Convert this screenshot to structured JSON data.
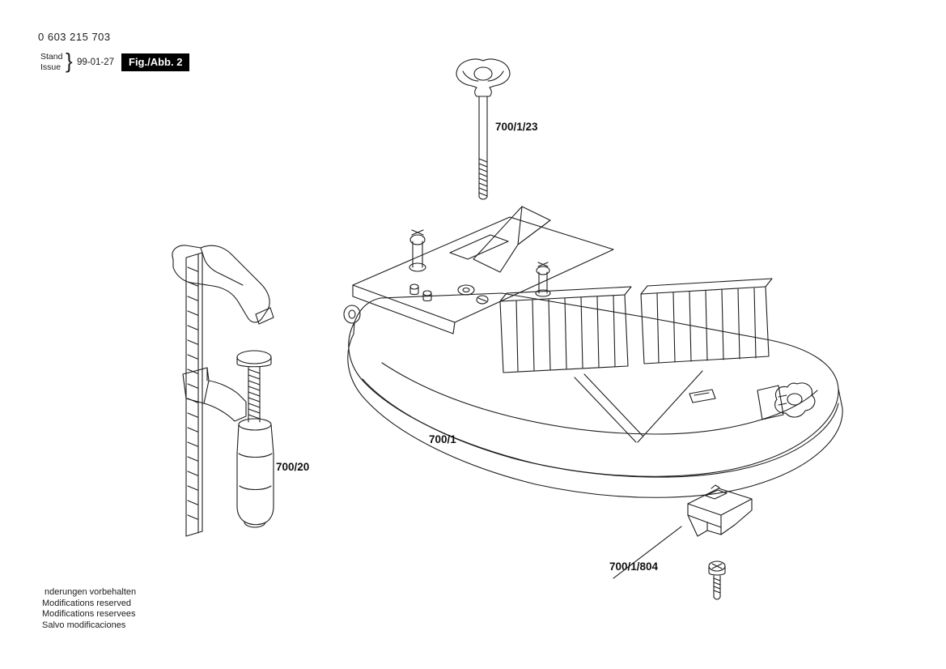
{
  "colors": {
    "background": "#ffffff",
    "ink": "#1c1c1c",
    "badge_bg": "#000000",
    "badge_text": "#ffffff"
  },
  "header": {
    "part_number": "0 603 215 703",
    "stand_label": "Stand",
    "issue_label": "Issue",
    "brace": "}",
    "date": "99-01-27",
    "figure_badge": "Fig./Abb. 2"
  },
  "part_labels": {
    "wing_bolt": "700/1/23",
    "clamp": "700/20",
    "miter_base": "700/1",
    "insert": "700/1/804"
  },
  "footer": {
    "lines": [
      "nderungen vorbehalten",
      "Modifications reserved",
      "Modifications reservees",
      "Salvo modificaciones"
    ]
  }
}
